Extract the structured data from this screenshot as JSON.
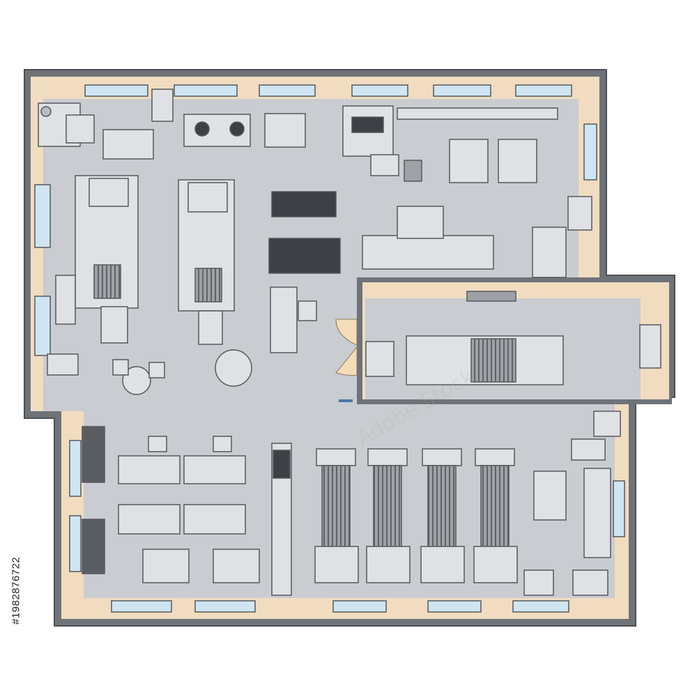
{
  "image": {
    "type": "floor-plan-illustration",
    "subject": "factory workshop top view",
    "stock_id_label": "#1982876722",
    "watermark_text": "Adobe Stock"
  },
  "palette": {
    "wall": "#6e7378",
    "floor": "#c9ccd0",
    "wall_inner": "#f1dcc0",
    "window": "#cfe6f2",
    "machine_fill": "#dfe1e4",
    "machine_stroke": "#55585c",
    "dark_panel": "#3d4044",
    "door": "#f5dcb8",
    "accent_blue": "#4a78a8"
  }
}
